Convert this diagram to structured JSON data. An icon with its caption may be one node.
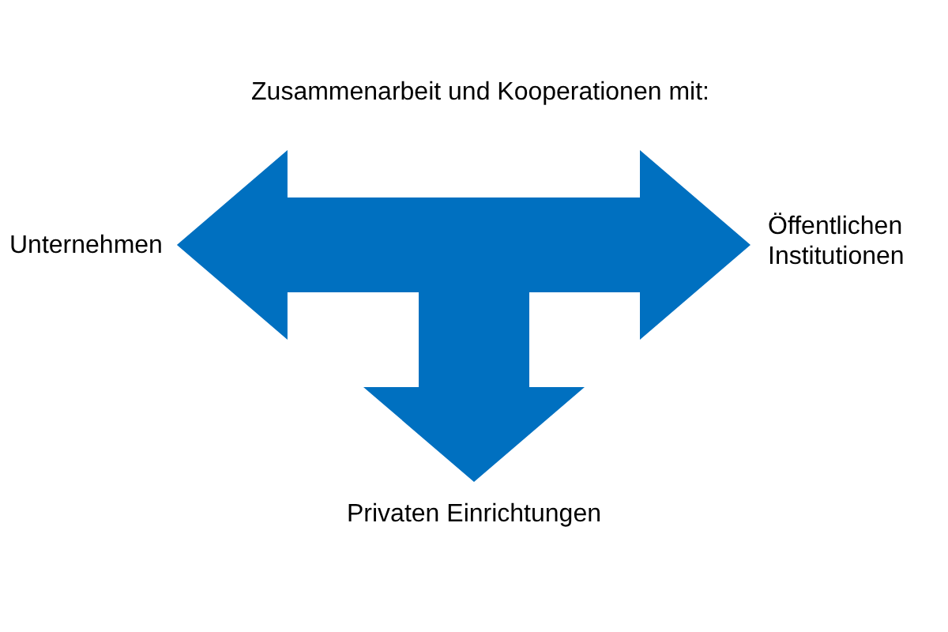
{
  "diagram": {
    "title": "Zusammenarbeit und Kooperationen mit:",
    "nodes": [
      {
        "text": [
          "Unternehmen"
        ]
      },
      {
        "text": [
          "Öffentlichen Institutionen"
        ]
      },
      {
        "text": [
          "Privaten Einrichtungen"
        ]
      }
    ],
    "edges": [
      {
        "from": null,
        "to": 0,
        "arrow": "to",
        "style": "thick",
        "color": "#0070c0"
      },
      {
        "from": null,
        "to": 1,
        "arrow": "to",
        "style": "thick",
        "color": "#0070c0"
      },
      {
        "from": null,
        "to": 2,
        "arrow": "to",
        "style": "thick",
        "color": "#0070c0"
      }
    ]
  }
}
